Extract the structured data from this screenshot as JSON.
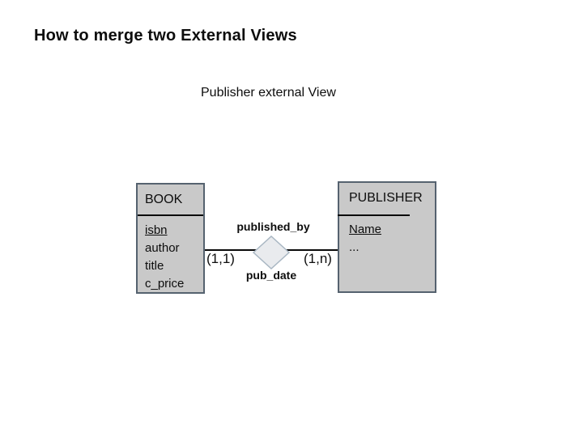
{
  "slide": {
    "title": "How to merge two External Views",
    "subtitle": "Publisher external View"
  },
  "diagram": {
    "book": {
      "name": "BOOK",
      "attributes": [
        "isbn",
        "author",
        "title",
        "c_price"
      ]
    },
    "publisher": {
      "name": "PUBLISHER",
      "attributes": [
        "Name",
        "..."
      ]
    },
    "relationship": {
      "name": "published_by",
      "attribute": "pub_date",
      "cardinality_book": "(1,1)",
      "cardinality_publisher": "(1,n)"
    }
  },
  "colors": {
    "entity_fill": "#c9c9c9",
    "entity_border": "#55626f",
    "diamond_fill": "#e9ebee",
    "diamond_border": "#a9b7c3"
  }
}
